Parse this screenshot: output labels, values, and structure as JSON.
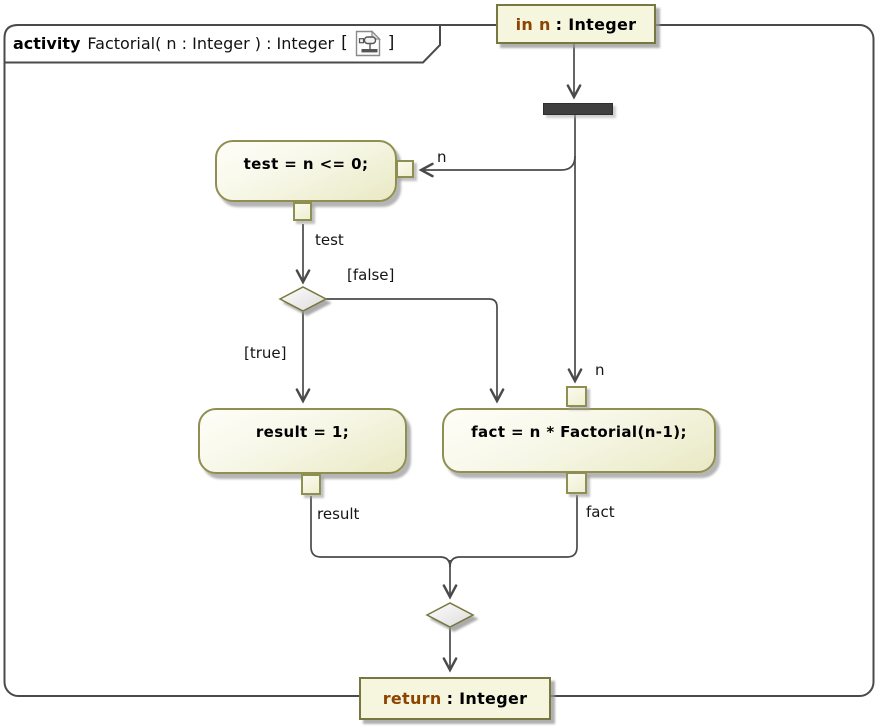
{
  "frame": {
    "keyword": "activity",
    "signature": "Factorial( n : Integer ) : Integer",
    "bracket_open": "[",
    "bracket_close": "]",
    "icon": "activity-diagram-icon"
  },
  "params": {
    "input": {
      "keyword": "in n",
      "type": ": Integer"
    },
    "output": {
      "keyword": "return",
      "type": ": Integer"
    }
  },
  "actions": {
    "test": "test = n <= 0;",
    "result": "result = 1;",
    "fact": "fact = n * Factorial(n-1);"
  },
  "labels": {
    "pin_n_test": "n",
    "obj_test": "test",
    "guard_false": "[false]",
    "guard_true": "[true]",
    "pin_n_fact": "n",
    "obj_result": "result",
    "obj_fact": "fact"
  },
  "colors": {
    "keyword_text": "#8C4400",
    "node_fill": "#F6F6DE",
    "action_border": "#8F8F52",
    "edge": "#4A4A4A",
    "fork_fill": "#3F3F3F"
  }
}
